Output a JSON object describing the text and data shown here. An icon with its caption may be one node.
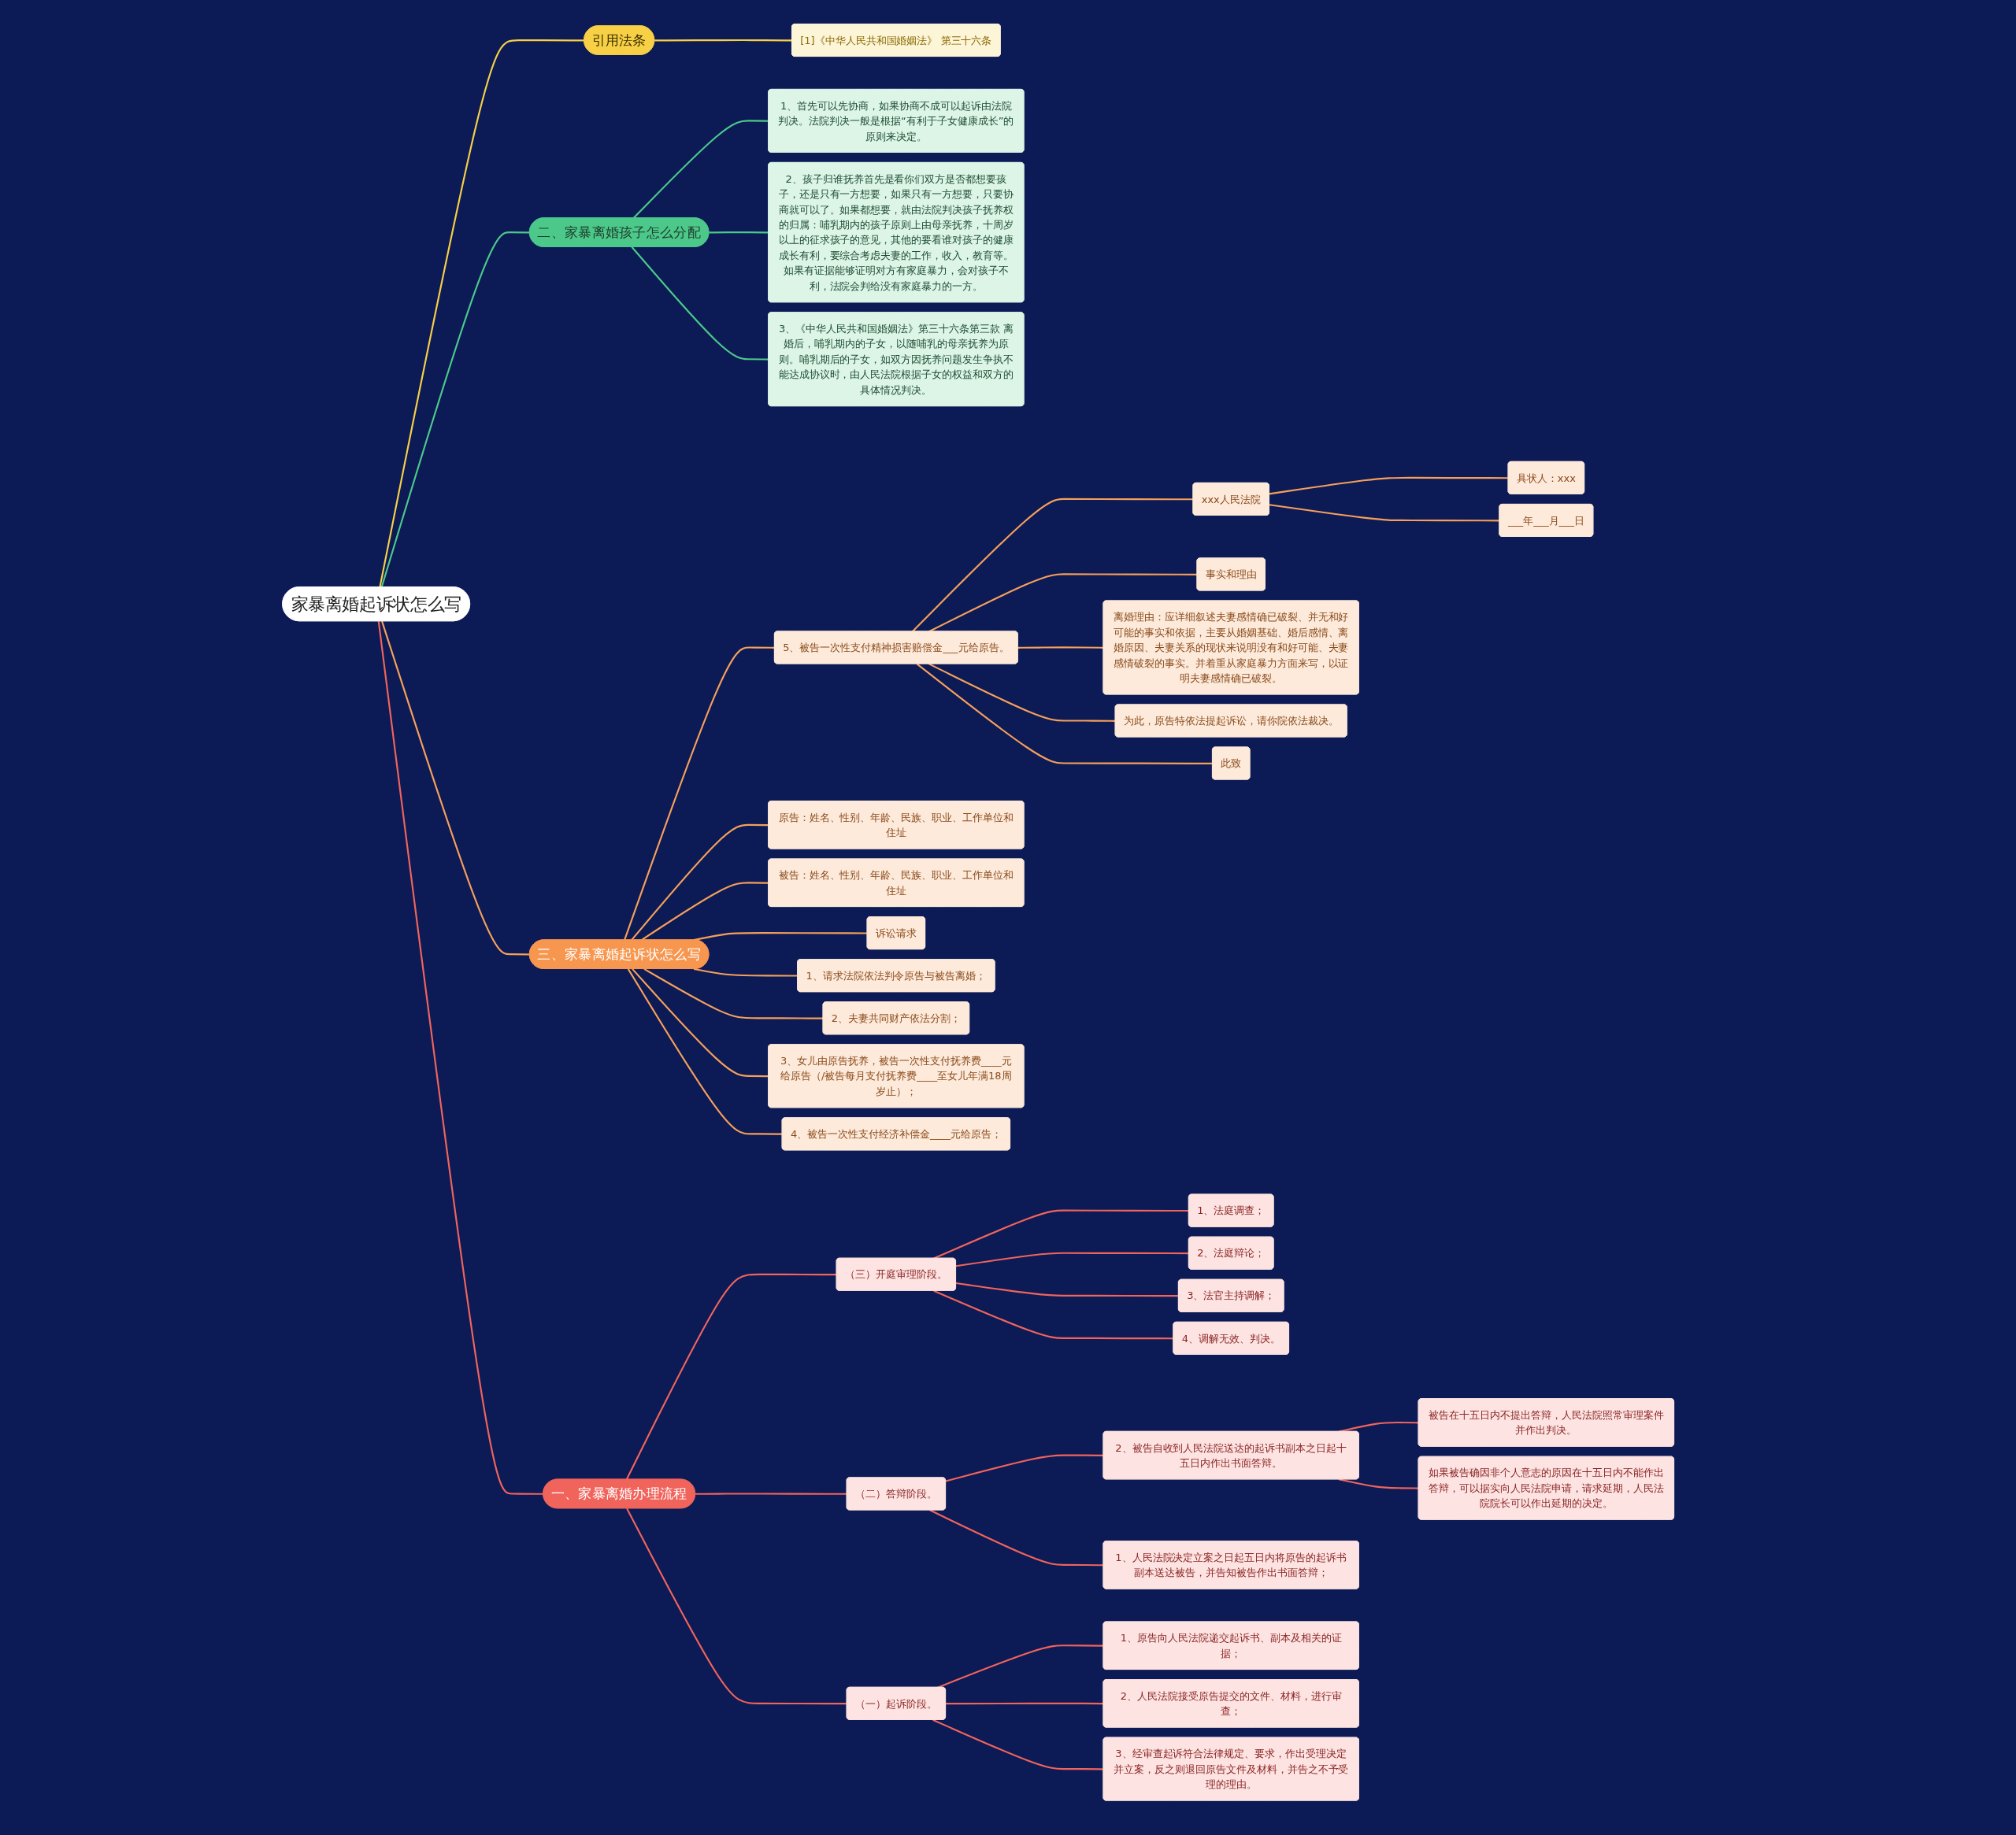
{
  "diagram": {
    "nodes": [
      {
        "text": [
          "家暴离婚起诉状怎么写"
        ]
      },
      {
        "text": [
          "一、家暴离婚办理流程"
        ]
      },
      {
        "text": [
          "（一）起诉阶段。"
        ]
      },
      {
        "text": [
          "1、原告向人民法院递交起诉书、副本及相关的证据；"
        ]
      },
      {
        "text": [
          "2、人民法院接受原告提交的文件、材料，进行审查；"
        ]
      },
      {
        "text": [
          "3、经审查起诉符合法律规定、要求，作出受理决定并立案，反之则退回原告文件及材料，并告之不予受理的理由。"
        ]
      },
      {
        "text": [
          "（二）答辩阶段。"
        ]
      },
      {
        "text": [
          "1、人民法院决定立案之日起五日内将原告的起诉书副本送达被告，并告知被告作出书面答辩；"
        ]
      },
      {
        "text": [
          "2、被告自收到人民法院送达的起诉书副本之日起十五日内作出书面答辩。"
        ]
      },
      {
        "text": [
          "被告在十五日内不提出答辩，人民法院照常审理案件并作出判决。"
        ]
      },
      {
        "text": [
          "如果被告确因非个人意志的原因在十五日内不能作出答辩，可以据实向人民法院申请，请求延期，人民法院院长可以作出延期的决定。"
        ]
      },
      {
        "text": [
          "（三）开庭审理阶段。"
        ]
      },
      {
        "text": [
          "1、法庭调查；"
        ]
      },
      {
        "text": [
          "2、法庭辩论；"
        ]
      },
      {
        "text": [
          "3、法官主持调解；"
        ]
      },
      {
        "text": [
          "4、调解无效、判决。"
        ]
      },
      {
        "text": [
          "三、家暴离婚起诉状怎么写"
        ]
      },
      {
        "text": [
          "原告：姓名、性别、年龄、民族、职业、工作单位和住址"
        ]
      },
      {
        "text": [
          "被告：姓名、性别、年龄、民族、职业、工作单位和住址"
        ]
      },
      {
        "text": [
          "诉讼请求"
        ]
      },
      {
        "text": [
          "1、请求法院依法判令原告与被告离婚；"
        ]
      },
      {
        "text": [
          "2、夫妻共同财产依法分割；"
        ]
      },
      {
        "text": [
          "3、女儿由原告抚养，被告一次性支付抚养费____元给原告（/被告每月支付抚养费____至女儿年满18周岁止）；"
        ]
      },
      {
        "text": [
          "4、被告一次性支付经济补偿金____元给原告；"
        ]
      },
      {
        "text": [
          "5、被告一次性支付精神损害赔偿金___元给原告。"
        ]
      },
      {
        "text": [
          "事实和理由"
        ]
      },
      {
        "text": [
          "离婚理由：应详细叙述夫妻感情确已破裂、并无和好可能的事实和依据，主要从婚姻基础、婚后感情、离婚原因、夫妻关系的现状来说明没有和好可能、夫妻感情破裂的事实。并着重从家庭暴力方面来写，以证明夫妻感情确已破裂。"
        ]
      },
      {
        "text": [
          "为此，原告特依法提起诉讼，请你院依法裁决。"
        ]
      },
      {
        "text": [
          "此致"
        ]
      },
      {
        "text": [
          "xxx人民法院"
        ]
      },
      {
        "text": [
          "具状人：xxx"
        ]
      },
      {
        "text": [
          "___年___月___日"
        ]
      },
      {
        "text": [
          "二、家暴离婚孩子怎么分配"
        ]
      },
      {
        "text": [
          "1、首先可以先协商，如果协商不成可以起诉由法院判决。法院判决一般是根据“有利于子女健康成长”的原则来决定。"
        ]
      },
      {
        "text": [
          "2、孩子归谁抚养首先是看你们双方是否都想要孩子，还是只有一方想要，如果只有一方想要，只要协商就可以了。如果都想要，就由法院判决孩子抚养权的归属：哺乳期内的孩子原则上由母亲抚养，十周岁以上的征求孩子的意见，其他的要看谁对孩子的健康成长有利，要综合考虑夫妻的工作，收入，教育等。如果有证据能够证明对方有家庭暴力，会对孩子不利，法院会判给没有家庭暴力的一方。"
        ]
      },
      {
        "text": [
          "3、《中华人民共和国婚姻法》第三十六条第三款 离婚后，哺乳期内的子女，以随哺乳的母亲抚养为原则。哺乳期后的子女，如双方因抚养问题发生争执不能达成协议时，由人民法院根据子女的权益和双方的具体情况判决。"
        ]
      },
      {
        "text": [
          "引用法条"
        ]
      },
      {
        "text": [
          "[1]《中华人民共和国婚姻法》 第三十六条"
        ]
      }
    ],
    "edges": [
      {
        "from": 0,
        "to": 1,
        "arrow": "none",
        "color": "#f0645c"
      },
      {
        "from": 1,
        "to": 2,
        "arrow": "none",
        "color": "#f0645c"
      },
      {
        "from": 2,
        "to": 3,
        "arrow": "none",
        "color": "#f0645c"
      },
      {
        "from": 2,
        "to": 4,
        "arrow": "none",
        "color": "#f0645c"
      },
      {
        "from": 2,
        "to": 5,
        "arrow": "none",
        "color": "#f0645c"
      },
      {
        "from": 1,
        "to": 6,
        "arrow": "none",
        "color": "#f0645c"
      },
      {
        "from": 6,
        "to": 7,
        "arrow": "none",
        "color": "#f0645c"
      },
      {
        "from": 6,
        "to": 8,
        "arrow": "none",
        "color": "#f0645c"
      },
      {
        "from": 8,
        "to": 9,
        "arrow": "none",
        "color": "#f0645c"
      },
      {
        "from": 8,
        "to": 10,
        "arrow": "none",
        "color": "#f0645c"
      },
      {
        "from": 1,
        "to": 11,
        "arrow": "none",
        "color": "#f0645c"
      },
      {
        "from": 11,
        "to": 12,
        "arrow": "none",
        "color": "#f0645c"
      },
      {
        "from": 11,
        "to": 13,
        "arrow": "none",
        "color": "#f0645c"
      },
      {
        "from": 11,
        "to": 14,
        "arrow": "none",
        "color": "#f0645c"
      },
      {
        "from": 11,
        "to": 15,
        "arrow": "none",
        "color": "#f0645c"
      },
      {
        "from": 0,
        "to": 16,
        "arrow": "none",
        "color": "#f5a05a"
      },
      {
        "from": 16,
        "to": 17,
        "arrow": "none",
        "color": "#f5a05a"
      },
      {
        "from": 16,
        "to": 18,
        "arrow": "none",
        "color": "#f5a05a"
      },
      {
        "from": 16,
        "to": 19,
        "arrow": "none",
        "color": "#f5a05a"
      },
      {
        "from": 16,
        "to": 20,
        "arrow": "none",
        "color": "#f5a05a"
      },
      {
        "from": 16,
        "to": 21,
        "arrow": "none",
        "color": "#f5a05a"
      },
      {
        "from": 16,
        "to": 22,
        "arrow": "none",
        "color": "#f5a05a"
      },
      {
        "from": 16,
        "to": 23,
        "arrow": "none",
        "color": "#f5a05a"
      },
      {
        "from": 16,
        "to": 24,
        "arrow": "none",
        "color": "#f5a05a"
      },
      {
        "from": 24,
        "to": 25,
        "arrow": "none",
        "color": "#f5a05a"
      },
      {
        "from": 24,
        "to": 26,
        "arrow": "none",
        "color": "#f5a05a"
      },
      {
        "from": 24,
        "to": 27,
        "arrow": "none",
        "color": "#f5a05a"
      },
      {
        "from": 24,
        "to": 28,
        "arrow": "none",
        "color": "#f5a05a"
      },
      {
        "from": 24,
        "to": 29,
        "arrow": "none",
        "color": "#f5a05a"
      },
      {
        "from": 29,
        "to": 30,
        "arrow": "none",
        "color": "#f5a05a"
      },
      {
        "from": 29,
        "to": 31,
        "arrow": "none",
        "color": "#f5a05a"
      },
      {
        "from": 0,
        "to": 32,
        "arrow": "none",
        "color": "#4cc98a"
      },
      {
        "from": 32,
        "to": 33,
        "arrow": "none",
        "color": "#4cc98a"
      },
      {
        "from": 32,
        "to": 34,
        "arrow": "none",
        "color": "#4cc98a"
      },
      {
        "from": 32,
        "to": 35,
        "arrow": "none",
        "color": "#4cc98a"
      },
      {
        "from": 0,
        "to": 36,
        "arrow": "none",
        "color": "#f7d046"
      },
      {
        "from": 36,
        "to": 37,
        "arrow": "none",
        "color": "#f7d046"
      }
    ]
  }
}
